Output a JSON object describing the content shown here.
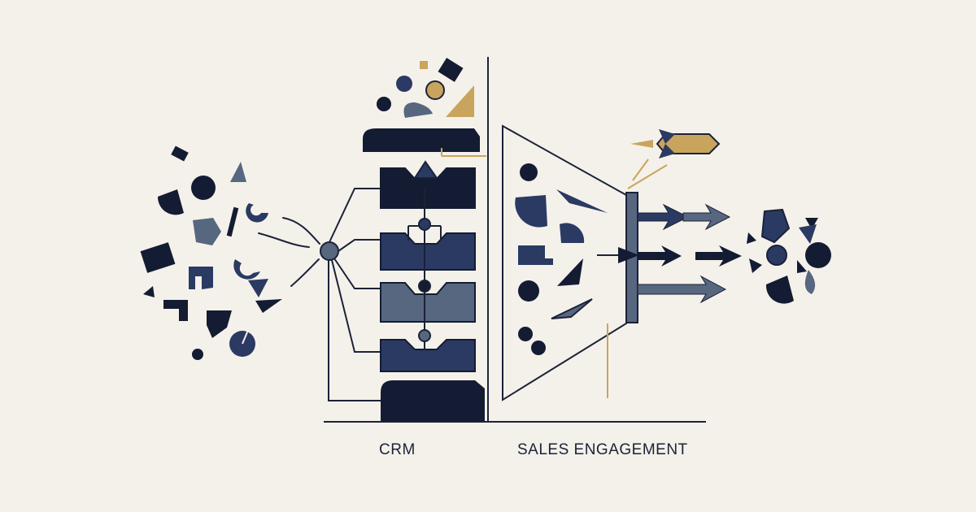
{
  "labels": {
    "crm": "CRM",
    "sales_engagement": "SALES ENGAGEMENT"
  },
  "colors": {
    "background": "#f4f1ea",
    "navy_dark": "#141c33",
    "navy": "#2b3a63",
    "slate": "#56677f",
    "gold": "#c9a45c",
    "line": "#1b2238"
  },
  "icons": [
    "scattered-data-shapes",
    "crm-filing-stack",
    "funnel",
    "rocket",
    "arrow-right"
  ]
}
